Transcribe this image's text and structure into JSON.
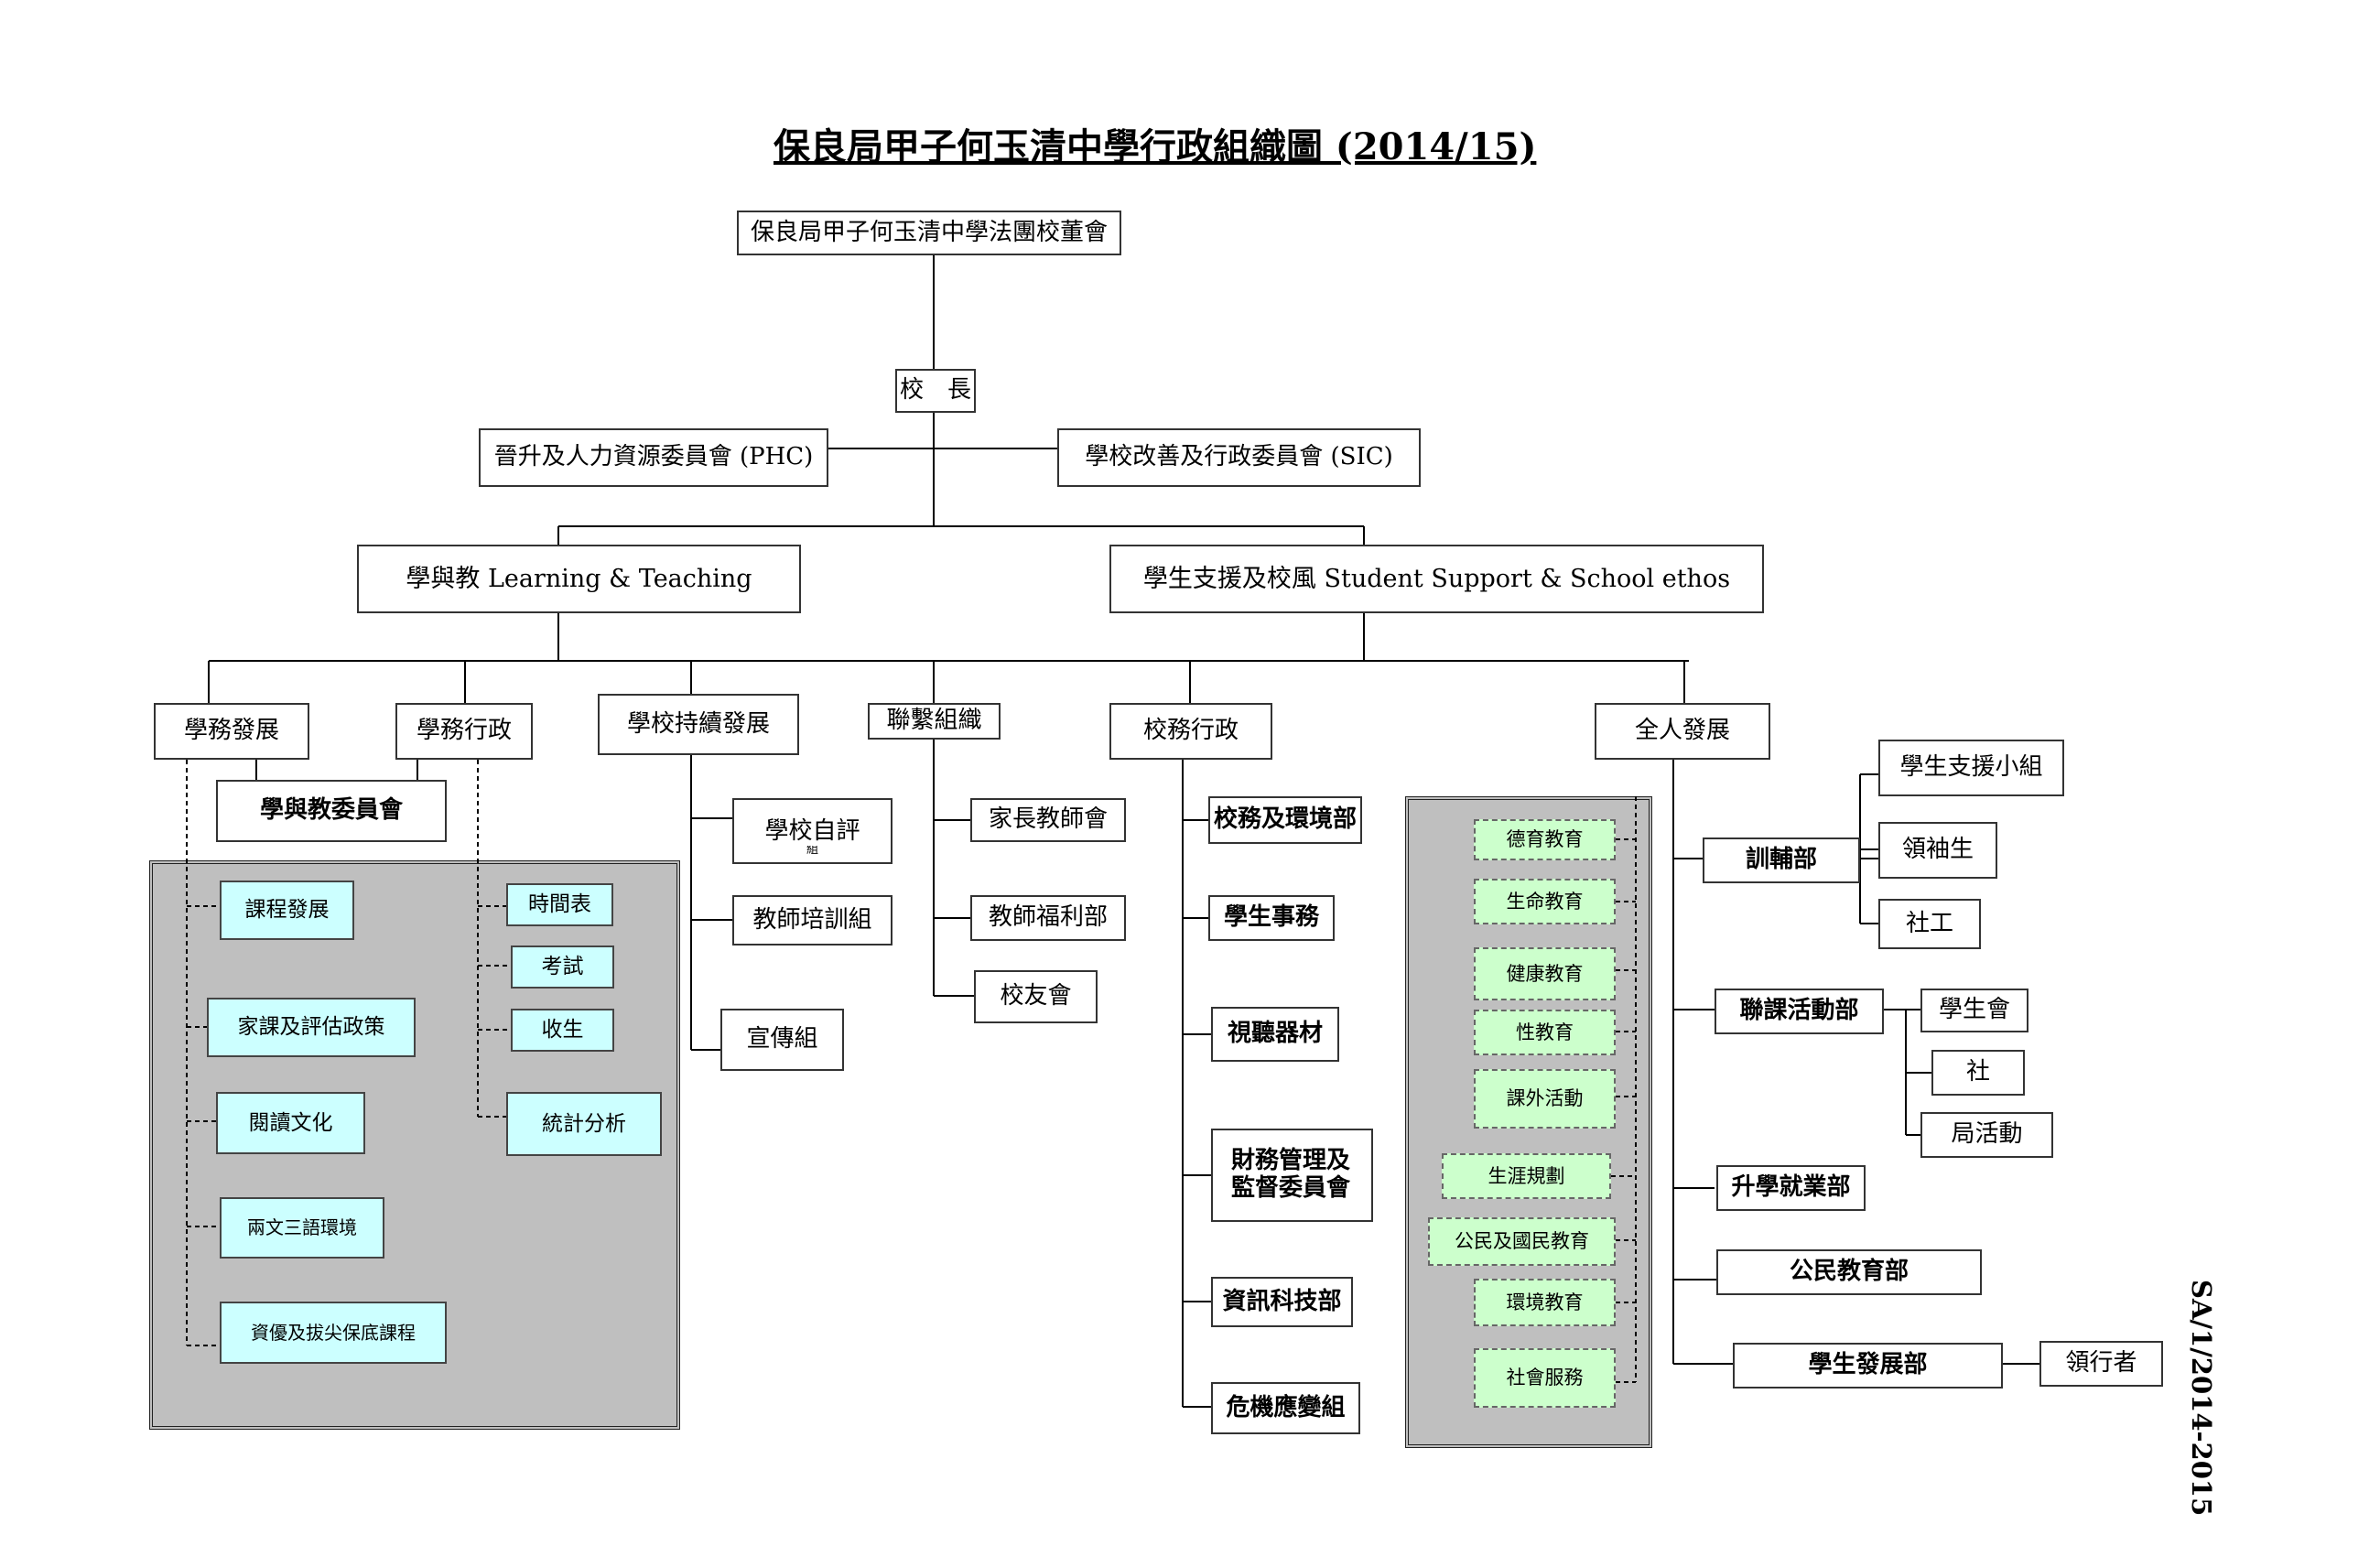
{
  "title": "保良局甲子何玉清中學行政組織圖 (2014/15)",
  "doc_code": "SA/1/2014-2015",
  "top": {
    "board": "保良局甲子何玉清中學法團校董會",
    "principal": "校　長",
    "phc": "晉升及人力資源委員會 (PHC)",
    "sic": "學校改善及行政委員會 (SIC)"
  },
  "branches": {
    "lt": "學與教 Learning & Teaching",
    "ss": "學生支援及校風 Student Support & School ethos"
  },
  "departments": {
    "academic_dev": "學務發展",
    "academic_admin": "學務行政",
    "sustainable": "學校持續發展",
    "liaison": "聯繫組織",
    "school_admin": "校務行政",
    "whole_person": "全人發展",
    "lt_committee": "學與教委員會"
  },
  "academic_dev_items": [
    "課程發展",
    "家課及評估政策",
    "閱讀文化",
    "兩文三語環境",
    "資優及拔尖保底課程"
  ],
  "academic_admin_items": [
    "時間表",
    "考試",
    "收生",
    "統計分析"
  ],
  "sustainable_items": [
    "學校自評",
    "教師培訓組",
    "宣傳組"
  ],
  "sustainable_overflow": "組",
  "liaison_items": [
    "家長教師會",
    "教師福利部",
    "校友會"
  ],
  "school_admin_items": [
    "校務及環境部",
    "學生事務",
    "視聽器材",
    "財務管理及",
    "監督委員會",
    "資訊科技部",
    "危機應變組"
  ],
  "whole_person_panel": [
    "德育教育",
    "生命教育",
    "健康教育",
    "性教育",
    "課外活動",
    "生涯規劃",
    "公民及國民教育",
    "環境教育",
    "社會服務"
  ],
  "whole_person_depts": [
    "訓輔部",
    "聯課活動部",
    "升學就業部",
    "公民教育部",
    "學生發展部"
  ],
  "discipline_sub": [
    "學生支援小組",
    "領袖生",
    "社工"
  ],
  "eca_sub": [
    "學生會",
    "社",
    "局活動"
  ],
  "student_dev_sub": "領行者"
}
